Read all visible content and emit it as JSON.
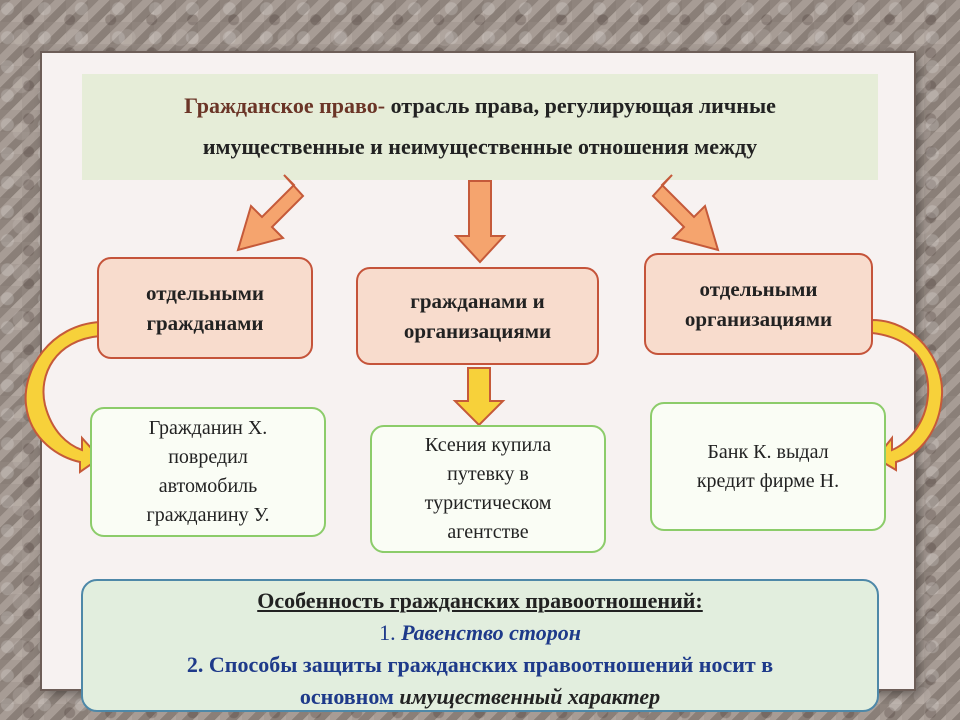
{
  "definition": {
    "term": "Гражданское  право-",
    "line1_rest": " отрасль права, регулирующая личные",
    "line2": "имущественные и неимущественные отношения между"
  },
  "categories": [
    {
      "line1": "отдельными",
      "line2": "гражданами"
    },
    {
      "line1": "гражданами и",
      "line2": "организациями"
    },
    {
      "line1": "отдельными",
      "line2": "организациями"
    }
  ],
  "examples": [
    {
      "lines": [
        "Гражданин Х.",
        "повредил",
        "автомобиль",
        "гражданину У."
      ]
    },
    {
      "lines": [
        "Ксения купила",
        "путевку в",
        "туристическом",
        "агентстве"
      ]
    },
    {
      "lines": [
        "Банк К. выдал",
        "кредит фирме Н."
      ]
    }
  ],
  "features": {
    "heading": "Особенность гражданских правоотношений:",
    "item1_num": "1. ",
    "item1_text": "Равенство сторон",
    "item2_text": "2. Способы защиты гражданских правоотношений носит в",
    "item3_prefix": "основном ",
    "item3_italic": "имущественный характер"
  },
  "colors": {
    "arrow_orange": "#f5a46e",
    "arrow_yellow": "#f7d13a",
    "arrow_border": "#c55a3a",
    "category_fill": "#f8dccd",
    "example_border": "#8ccc6a"
  }
}
